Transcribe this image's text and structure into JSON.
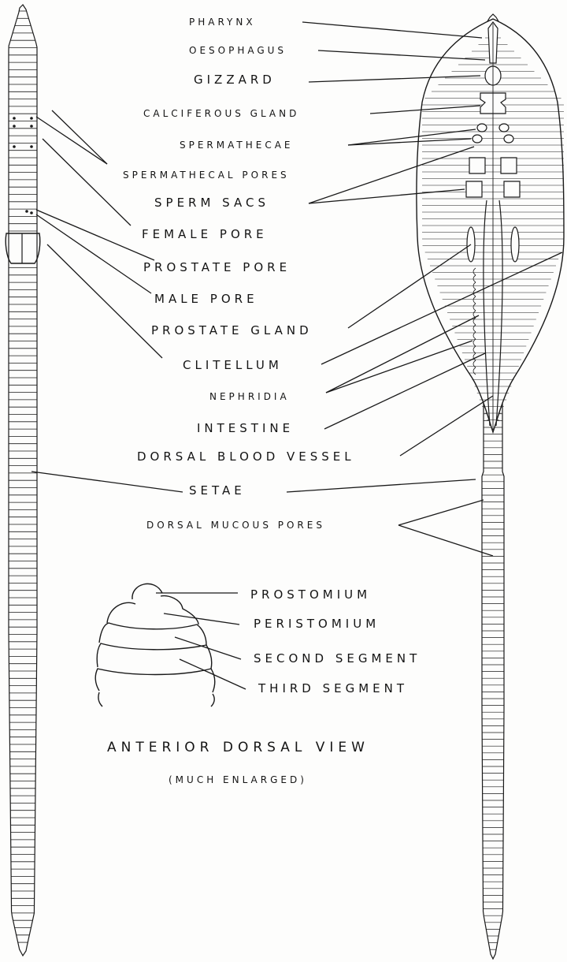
{
  "colors": {
    "ink": "#141414",
    "paper": "#fdfdfc"
  },
  "labels": {
    "pharynx": "PHARYNX",
    "oesophagus": "OESOPHAGUS",
    "gizzard": "GIZZARD",
    "calciferous_gland": "CALCIFEROUS GLAND",
    "spermathecae": "SPERMATHECAE",
    "spermathecal_pores": "SPERMATHECAL PORES",
    "sperm_sacs": "SPERM SACS",
    "female_pore": "FEMALE PORE",
    "prostate_pore": "PROSTATE PORE",
    "male_pore": "MALE PORE",
    "prostate_gland": "PROSTATE GLAND",
    "clitellum": "CLITELLUM",
    "nephridia": "NEPHRIDIA",
    "intestine": "INTESTINE",
    "dorsal_blood_vessel": "DORSAL BLOOD VESSEL",
    "setae": "SETAE",
    "dorsal_mucous_pores": "DORSAL MUCOUS PORES",
    "prostomium": "PROSTOMIUM",
    "peristomium": "PERISTOMIUM",
    "second_segment": "SECOND SEGMENT",
    "third_segment": "THIRD SEGMENT"
  },
  "caption": {
    "title": "ANTERIOR DORSAL VIEW",
    "subtitle": "(MUCH ENLARGED)"
  }
}
